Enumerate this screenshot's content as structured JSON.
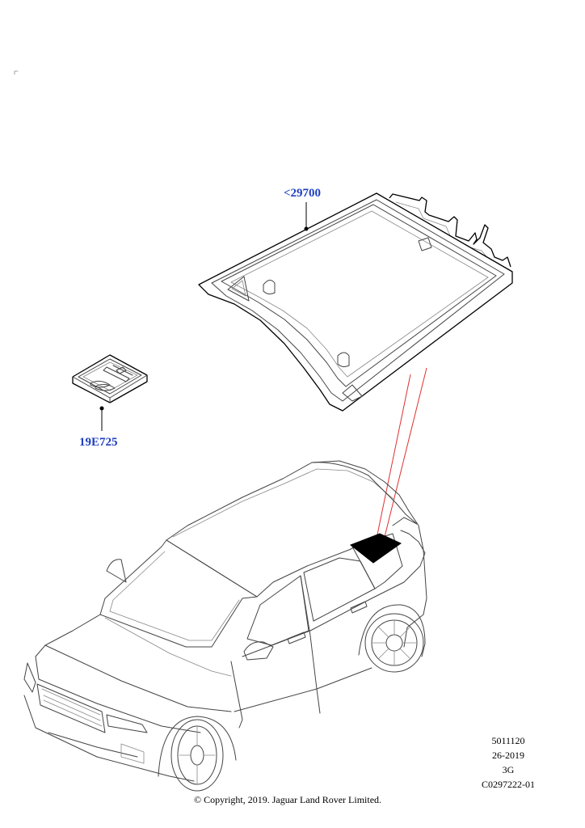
{
  "callouts": {
    "glass": "<29700",
    "kit": "19E725"
  },
  "meta": {
    "line1": "5011120",
    "line2": "26-2019",
    "line3": "3G",
    "line4": "C0297222-01"
  },
  "copyright": "© Copyright, 2019. Jaguar Land Rover Limited.",
  "colors": {
    "callout": "#1f3fbf",
    "leader_red": "#e03030",
    "highlight": "#000000"
  }
}
